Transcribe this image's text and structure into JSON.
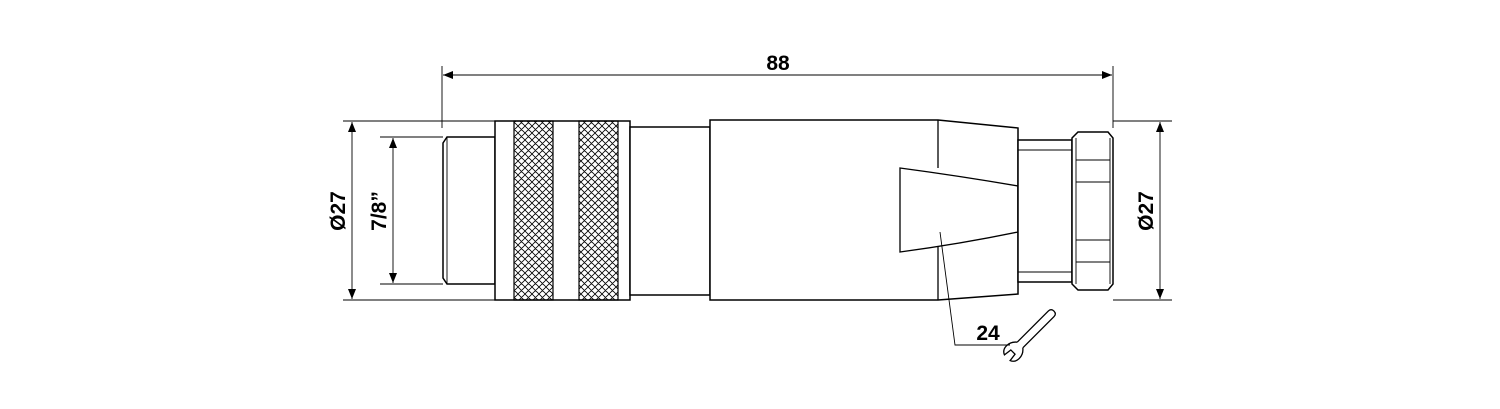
{
  "dimensions": {
    "overall_length": "88",
    "left_diameter": "Ø27",
    "thread": "7/8”",
    "right_diameter": "Ø27",
    "wrench_size": "24"
  },
  "icons": {
    "wrench": "wrench-icon"
  },
  "colors": {
    "line": "#000000",
    "background": "#ffffff"
  }
}
